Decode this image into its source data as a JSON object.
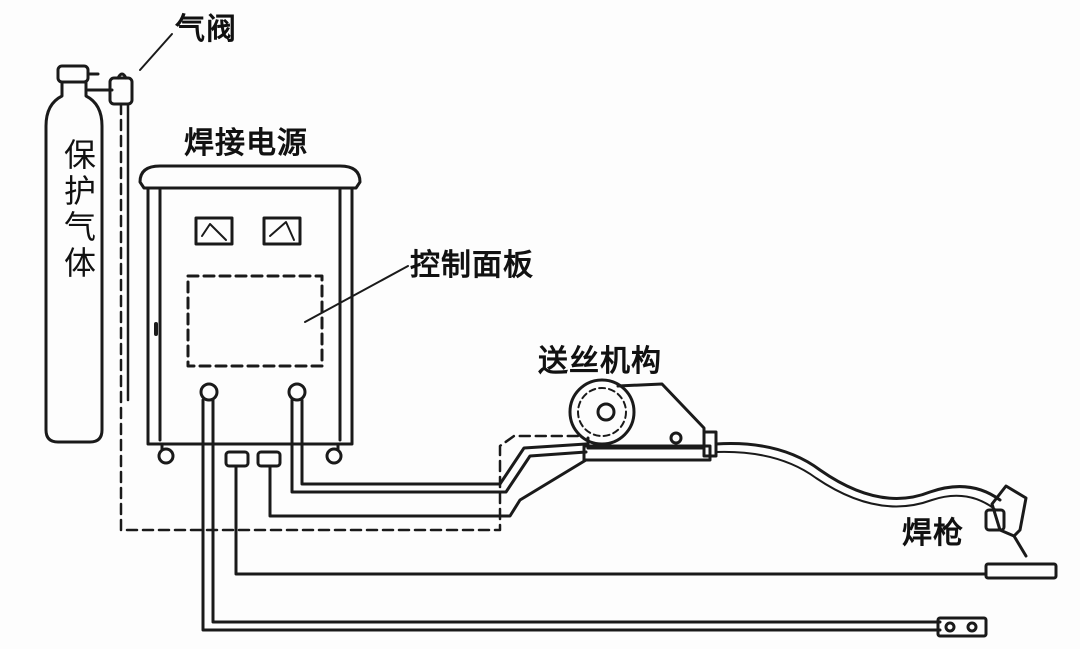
{
  "labels": {
    "gas_valve": "气阀",
    "shielding_gas": "保护气体",
    "power_source": "焊接电源",
    "control_panel": "控制面板",
    "wire_feeder": "送丝机构",
    "welding_torch": "焊枪"
  },
  "colors": {
    "line": "#1a1a1a",
    "background": "#fdfdfd"
  }
}
